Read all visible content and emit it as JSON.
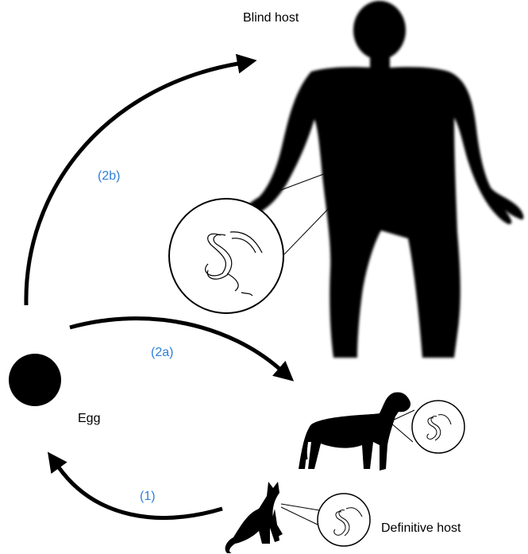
{
  "labels": {
    "blind_host": "Blind host",
    "egg": "Egg",
    "definitive_host": "Definitive host"
  },
  "paths": {
    "step_1": "(1)",
    "step_2a": "(2a)",
    "step_2b": "(2b)"
  },
  "colors": {
    "path_label": "#2d7fd8",
    "silhouette": "#000000",
    "background": "#ffffff"
  }
}
